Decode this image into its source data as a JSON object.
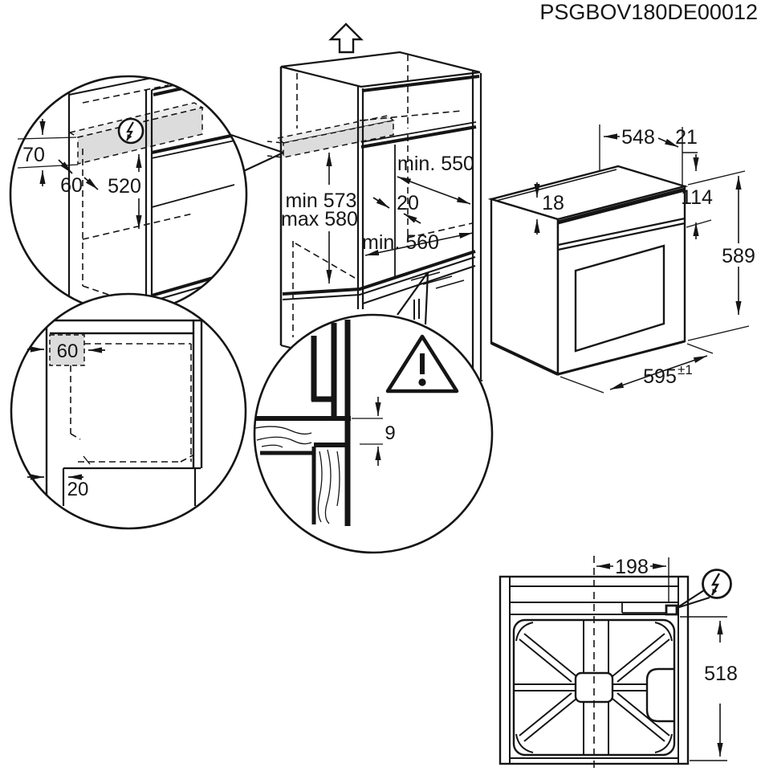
{
  "document": {
    "code": "PSGBOV180DE00012"
  },
  "colors": {
    "line": "#151515",
    "shade": "#dcdcdc",
    "shade_light": "#ececec"
  },
  "icons": {
    "power": "electrical-connection-icon",
    "warning": "warning-triangle-icon",
    "direction": "up-arrow-icon"
  },
  "detail_power_strip": {
    "strip_height": "70",
    "strip_depth": "60",
    "height_above_shelf": "520"
  },
  "cabinet": {
    "niche_height_min": "min 573",
    "niche_height_max": "max 580",
    "niche_depth_min": "min. 550",
    "rear_gap": "20",
    "niche_width_min": "min. 560"
  },
  "oven": {
    "depth": "548",
    "front_frame": "21",
    "top_recess": "18",
    "panel_height": "114",
    "height": "589",
    "width": "595",
    "width_tolerance": "±1"
  },
  "detail_side_plan": {
    "zone_width": "60",
    "wall_gap": "20"
  },
  "detail_panel_joint": {
    "gap": "9"
  },
  "rear_view": {
    "mains_offset": "198",
    "mains_height": "518"
  }
}
